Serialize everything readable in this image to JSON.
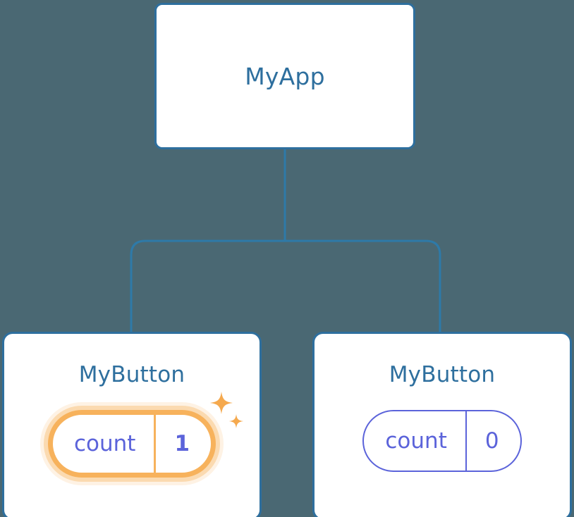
{
  "diagram": {
    "type": "component-tree",
    "background_color": "#4a6873",
    "connector_color": "#2e7aa8"
  },
  "root": {
    "label": "MyApp"
  },
  "children": [
    {
      "label": "MyButton",
      "state": {
        "key": "count",
        "value": "1"
      },
      "highlighted": true,
      "accent_color": "#f7b25c",
      "sparkle_color": "#f5a94e"
    },
    {
      "label": "MyButton",
      "state": {
        "key": "count",
        "value": "0"
      },
      "highlighted": false,
      "accent_color": "#5b63da"
    }
  ],
  "palette": {
    "node_border": "#2e6f9e",
    "node_fill": "#ffffff",
    "title_text": "#2e6f9e",
    "state_text": "#5b63da",
    "highlight": "#f7b25c"
  }
}
